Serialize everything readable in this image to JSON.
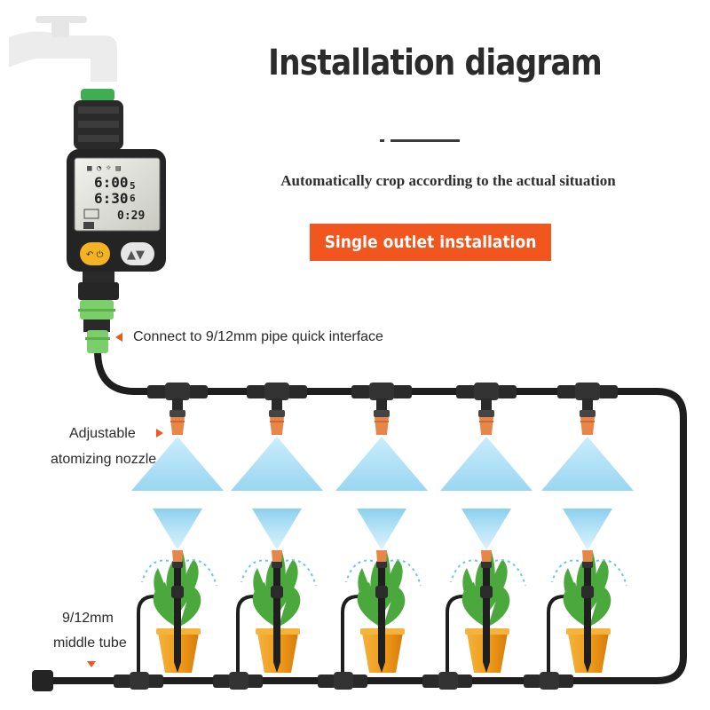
{
  "title": "Installation diagram",
  "subtitle": "Automatically crop according to the actual situation",
  "banner": "Single outlet installation",
  "labels": {
    "connect": "Connect to 9/12mm pipe quick interface",
    "nozzle_line1": "Adjustable",
    "nozzle_line2": "atomizing nozzle",
    "tube_line1": "9/12mm",
    "tube_line2": "middle tube"
  },
  "timer_display": {
    "time_1": "6:00",
    "time_2": "6:30",
    "value_1": "5",
    "value_2": "6",
    "counter": "0:29"
  },
  "colors": {
    "accent": "#f0561e",
    "pipe": "#1e1e1e",
    "connector_green": "#7bcf6a",
    "mist": "#a9dcf2",
    "pot": "#f0a020",
    "plant": "#4aa83c",
    "nozzle": "#e8864a"
  },
  "icons": [
    "water-tap-icon",
    "water-timer-icon",
    "arrow-right-icon",
    "arrow-left-icon",
    "arrow-down-icon",
    "nozzle-icon",
    "plant-pot-icon"
  ]
}
